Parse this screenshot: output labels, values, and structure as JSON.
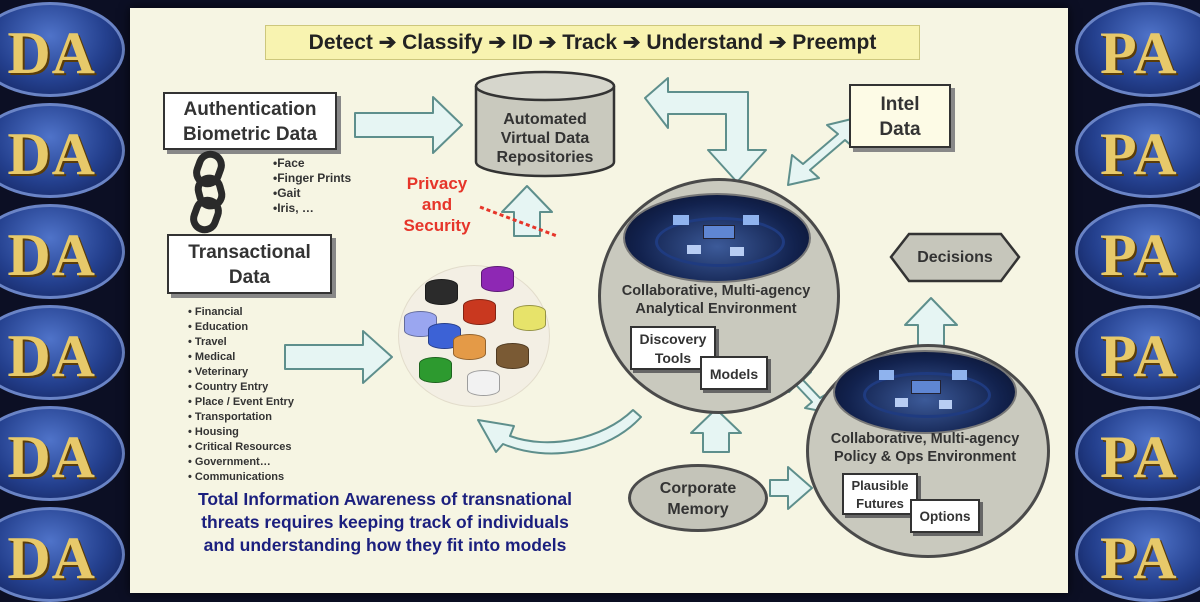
{
  "background": {
    "logo_left": "DA",
    "logo_right": "PA"
  },
  "banner": {
    "text": "Detect ➔ Classify ➔ ID ➔ Track ➔ Understand ➔ Preempt"
  },
  "auth_box": {
    "line1": "Authentication",
    "line2": "Biometric Data"
  },
  "biometric_items": [
    "•Face",
    "•Finger Prints",
    "•Gait",
    "•Iris, …"
  ],
  "transactional_box": {
    "line1": "Transactional",
    "line2": "Data"
  },
  "transactional_items": [
    "• Financial",
    "• Education",
    "• Travel",
    "• Medical",
    "• Veterinary",
    "• Country Entry",
    "• Place / Event Entry",
    "• Transportation",
    "• Housing",
    "• Critical Resources",
    "• Government…",
    "• Communications"
  ],
  "repository": {
    "line1": "Automated",
    "line2": "Virtual Data",
    "line3": "Repositories"
  },
  "privacy": {
    "line1": "Privacy",
    "line2": "and",
    "line3": "Security"
  },
  "intel": {
    "line1": "Intel",
    "line2": "Data"
  },
  "decisions": {
    "label": "Decisions"
  },
  "analytical": {
    "line1": "Collaborative, Multi-agency",
    "line2": "Analytical Environment",
    "discovery1": "Discovery",
    "discovery2": "Tools",
    "models": "Models"
  },
  "policy": {
    "line1": "Collaborative, Multi-agency",
    "line2": "Policy & Ops Environment",
    "futures1": "Plausible",
    "futures2": "Futures",
    "options": "Options"
  },
  "corporate_memory": {
    "line1": "Corporate",
    "line2": "Memory"
  },
  "body_text": {
    "line1": "Total Information Awareness of transnational",
    "line2": "threats requires keeping track of individuals",
    "line3": "and understanding how they fit into models"
  },
  "colors": {
    "banner": "#f8f3b0",
    "arrow_fill": "#e6f5f3",
    "privacy_text": "#e6352a",
    "body_text": "#1b1f7e",
    "circle_fill": "#c9c9be"
  },
  "db_colors": [
    "#2b2b2b",
    "#8e28b4",
    "#9aa6f0",
    "#c9381f",
    "#e7e36a",
    "#3c62d6",
    "#e49a47",
    "#7a5a34",
    "#2d9a2f",
    "#f2f2f2"
  ]
}
